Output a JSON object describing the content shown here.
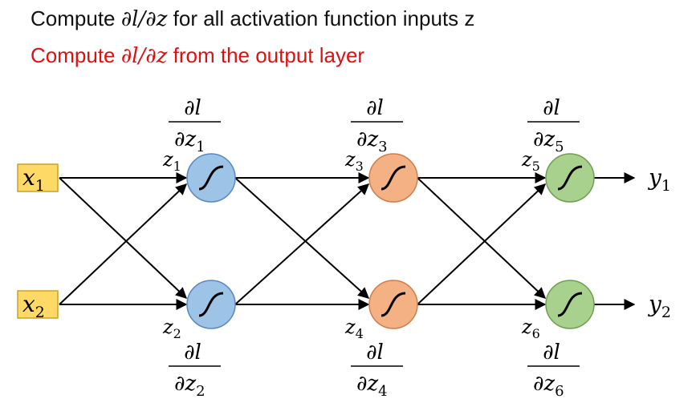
{
  "heading": {
    "prefix": "Compute ",
    "math": "∂l/∂z",
    "suffix": " for all activation function inputs z"
  },
  "subheading": {
    "prefix": "Compute ",
    "math": "∂l/∂z",
    "suffix": " from the output layer",
    "color": "#e01010"
  },
  "inputs": [
    {
      "symbol": "x",
      "sub": "1"
    },
    {
      "symbol": "x",
      "sub": "2"
    }
  ],
  "outputs": [
    {
      "symbol": "y",
      "sub": "1"
    },
    {
      "symbol": "y",
      "sub": "2"
    }
  ],
  "layers": [
    {
      "color": "#9dc3e6",
      "stroke": "#5a87c0",
      "neurons": [
        {
          "z": "1"
        },
        {
          "z": "2"
        }
      ]
    },
    {
      "color": "#f4b183",
      "stroke": "#d07d4a",
      "neurons": [
        {
          "z": "3"
        },
        {
          "z": "4"
        }
      ]
    },
    {
      "color": "#a9d18e",
      "stroke": "#6e9e4f",
      "neurons": [
        {
          "z": "5"
        },
        {
          "z": "6"
        }
      ]
    }
  ],
  "derivative": {
    "numerator": "∂l",
    "denominator": "∂z"
  },
  "colors": {
    "input_fill": "#ffd966",
    "input_stroke": "#c9a227"
  }
}
